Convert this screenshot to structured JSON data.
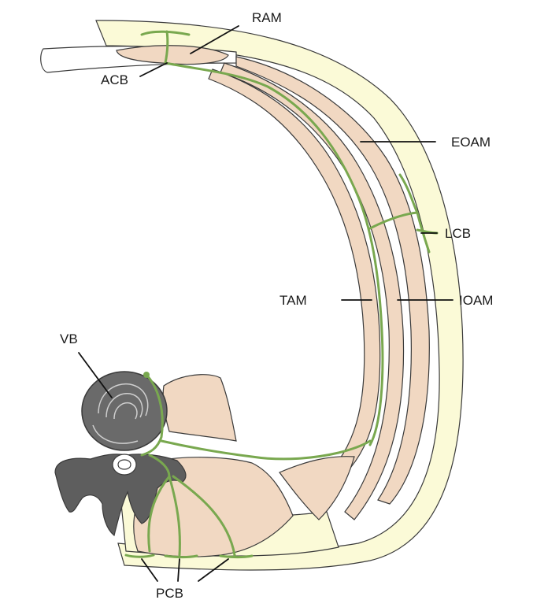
{
  "labels": {
    "ram": "RAM",
    "acb": "ACB",
    "eoam": "EOAM",
    "lcb": "LCB",
    "tam": "TAM",
    "ioam": "IOAM",
    "vb": "VB",
    "pcb": "PCB"
  },
  "colors": {
    "subcutaneous": "#fbfad7",
    "muscle": "#f1d8c2",
    "nerve": "#79a84f",
    "bone": "#6a6a6a",
    "bone_dark": "#4a4a4a",
    "outline": "#3a3a3a",
    "background": "#ffffff"
  }
}
